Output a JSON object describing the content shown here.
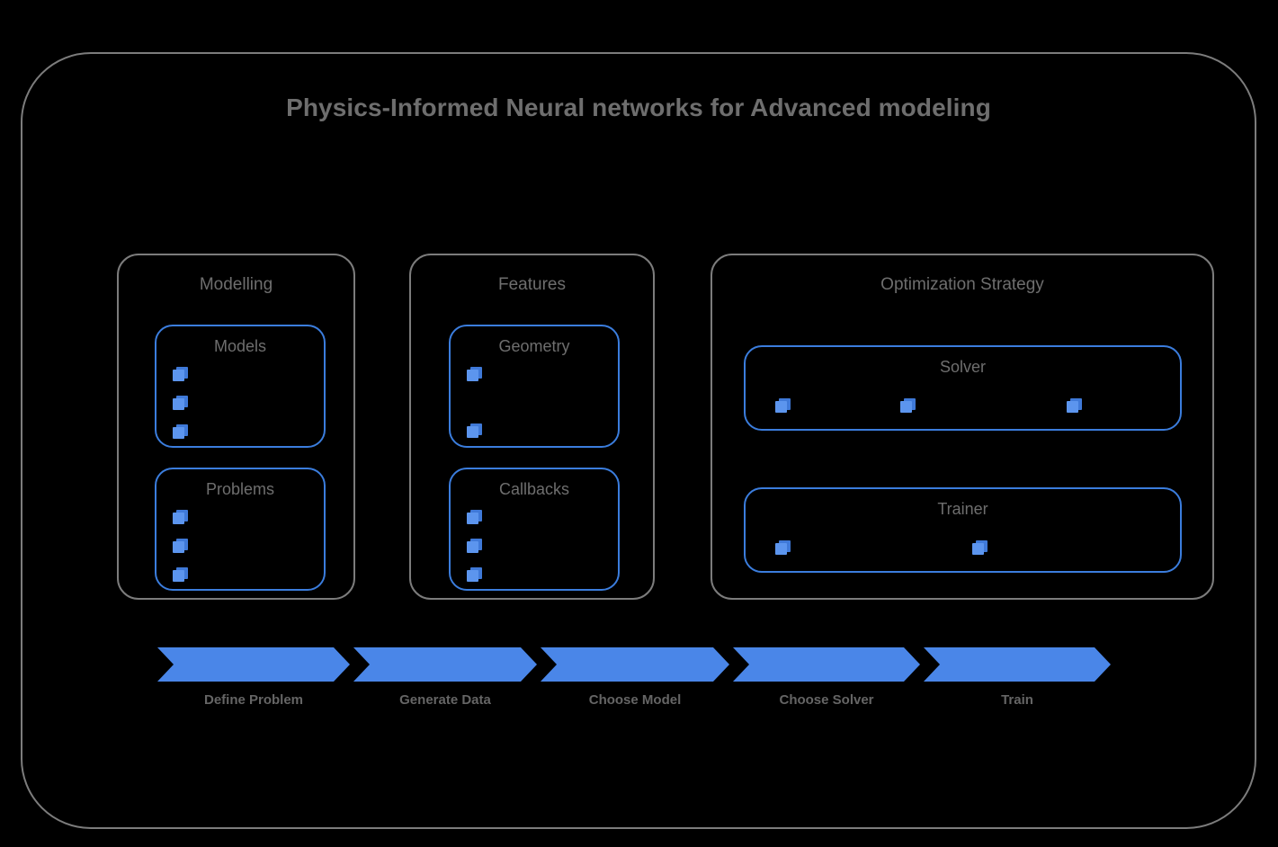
{
  "diagram": {
    "title": "Physics-Informed Neural networks for Advanced modeling",
    "frame_border_color": "#7c7c7c",
    "accent_color": "#4a86e8",
    "text_color": "#6e6e6e",
    "background_color": "#000000"
  },
  "groups": [
    {
      "id": "modelling",
      "title": "Modelling",
      "cards": [
        {
          "id": "models",
          "title": "Models",
          "bullet_count": 3,
          "bullet_layout": "vertical"
        },
        {
          "id": "problems",
          "title": "Problems",
          "bullet_count": 3,
          "bullet_layout": "vertical"
        }
      ]
    },
    {
      "id": "features",
      "title": "Features",
      "cards": [
        {
          "id": "geometry",
          "title": "Geometry",
          "bullet_count": 2,
          "bullet_layout": "vertical-spread"
        },
        {
          "id": "callbacks",
          "title": "Callbacks",
          "bullet_count": 3,
          "bullet_layout": "vertical"
        }
      ]
    },
    {
      "id": "optimization-strategy",
      "title": "Optimization Strategy",
      "cards": [
        {
          "id": "solver",
          "title": "Solver",
          "bullet_count": 3,
          "bullet_layout": "horizontal"
        },
        {
          "id": "trainer",
          "title": "Trainer",
          "bullet_count": 2,
          "bullet_layout": "horizontal"
        }
      ]
    }
  ],
  "pipeline": {
    "steps": [
      {
        "label": "Define Problem"
      },
      {
        "label": "Generate Data"
      },
      {
        "label": "Choose Model"
      },
      {
        "label": "Choose Solver"
      },
      {
        "label": "Train"
      }
    ],
    "arrow_color": "#4a86e8",
    "label_color": "#656565"
  }
}
